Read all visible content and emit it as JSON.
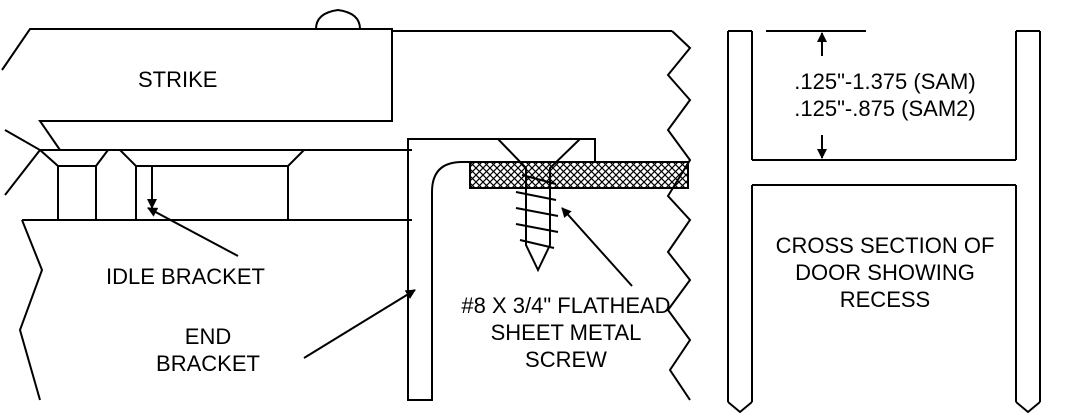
{
  "labels": {
    "strike": "STRIKE",
    "idle_bracket": "IDLE BRACKET",
    "end_bracket_line1": "END",
    "end_bracket_line2": "BRACKET",
    "screw_line1": "#8 X 3/4\" FLATHEAD",
    "screw_line2": "SHEET METAL",
    "screw_line3": "SCREW",
    "recess_dim_line1": ".125\"-1.375 (SAM)",
    "recess_dim_line2": ".125\"-.875 (SAM2)",
    "cross_section_line1": "CROSS SECTION OF",
    "cross_section_line2": "DOOR SHOWING",
    "cross_section_line3": "RECESS"
  },
  "colors": {
    "ink": "#000000",
    "background": "#ffffff"
  }
}
